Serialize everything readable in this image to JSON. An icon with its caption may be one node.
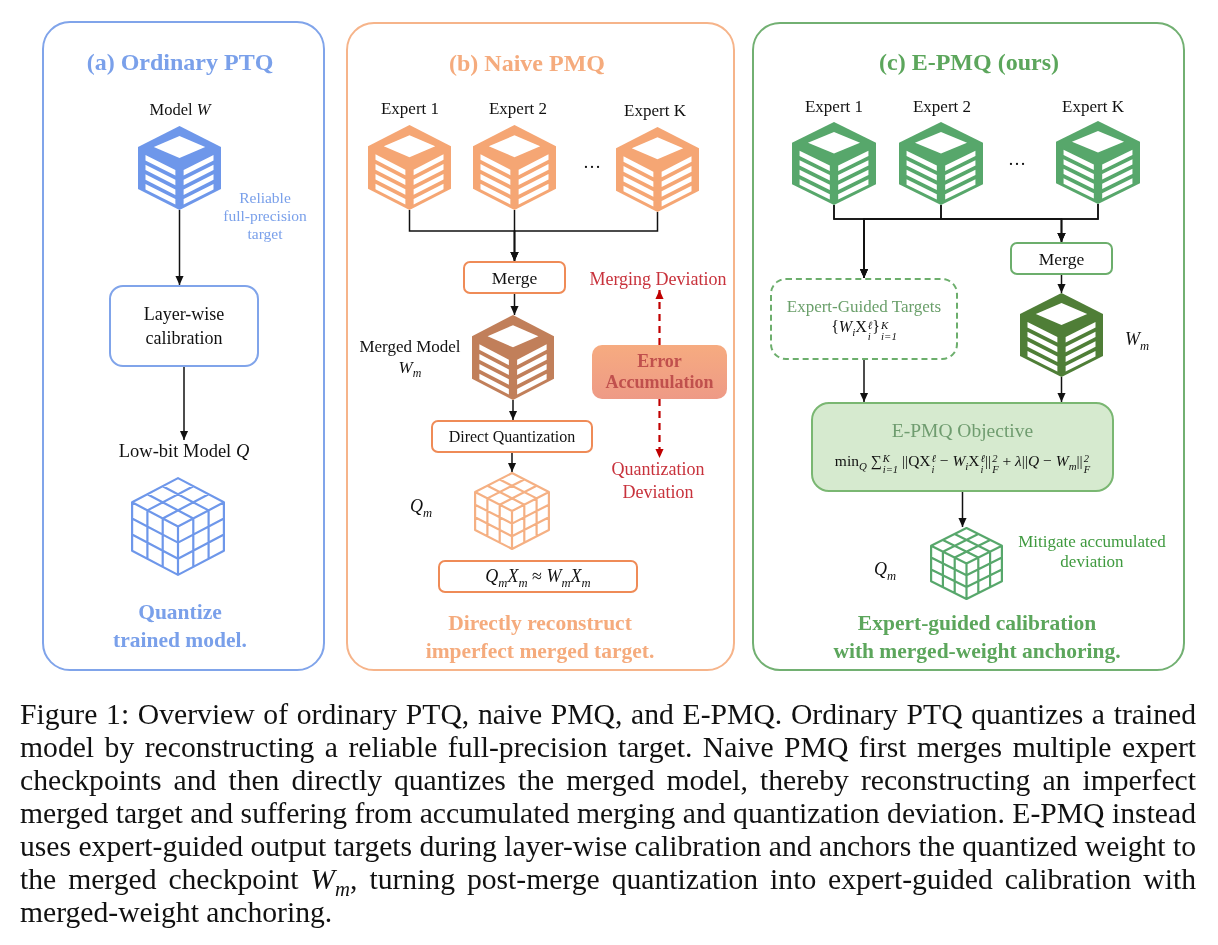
{
  "diagram": {
    "nodes": [
      {
        "text": [
          "(a) Ordinary PTQ",
          "Quantize trained model."
        ]
      },
      {
        "text": [
          "Model *W*"
        ],
        "beside": [
          "Reliable full-precision target"
        ],
        "in": 0
      },
      {
        "text": [
          "Layer-wise calibration"
        ],
        "in": 0
      },
      {
        "text": [
          "Low-bit Model *Q*"
        ],
        "in": 0
      },
      {
        "text": [
          "(b) Naive PMQ",
          "Directly reconstruct imperfect merged target."
        ]
      },
      {
        "text": [
          "Expert 1"
        ],
        "in": 4
      },
      {
        "text": [
          "Expert 2"
        ],
        "in": 4
      },
      {
        "text": [
          "Expert K"
        ],
        "in": 4
      },
      {
        "text": [
          "Merge"
        ],
        "in": 4
      },
      {
        "text": [
          "Merged Model *W*$_{m}$"
        ],
        "in": 4
      },
      {
        "text": [
          "Direct Quantization"
        ],
        "in": 4
      },
      {
        "text": [
          "*Q*$_{m}$"
        ],
        "in": 4
      },
      {
        "text": [
          "*Q*$_{m}$*X*$_{m}$ ≈ *W*$_{m}$*X*$_{m}$"
        ],
        "in": 4
      },
      {
        "text": [
          "Error Accumulation"
        ],
        "in": 4
      },
      {
        "text": [
          "Merging Deviation"
        ],
        "in": 4
      },
      {
        "text": [
          "Quantization Deviation"
        ],
        "in": 4
      },
      {
        "text": [
          "(c) E-PMQ (ours)",
          "Expert-guided calibration with merged-weight anchoring."
        ]
      },
      {
        "text": [
          "Expert 1"
        ],
        "in": 16
      },
      {
        "text": [
          "Expert 2"
        ],
        "in": 16
      },
      {
        "text": [
          "Expert K"
        ],
        "in": 16
      },
      {
        "text": [
          "Expert-Guided Targets",
          "{*W*$_{i}$X$_{i}$$^{ℓ}$}$_{i=1}$$^{K}$"
        ],
        "in": 16
      },
      {
        "text": [
          "Merge"
        ],
        "in": 16
      },
      {
        "text": [
          "*W*$_{m}$"
        ],
        "in": 16
      },
      {
        "text": [
          "E-PMQ Objective",
          "min$_{Q}$ ∑$_{i=1}$$^{K}$ ||QX$_{i}$$^{ℓ}$ − *W*$_{i}$X$_{i}$$^{ℓ}$||$_{F}$$^{2}$ + *λ*||*Q* − *W*$_{m}$||$_{F}$$^{2}$"
        ],
        "in": 16
      },
      {
        "text": [
          "*Q*$_{m}$"
        ],
        "beside": [
          "Mitigate accumulated deviation"
        ],
        "in": 16
      }
    ],
    "edges": [
      {
        "from": 1,
        "to": 2,
        "arrow": "to"
      },
      {
        "from": 2,
        "to": 3,
        "arrow": "to"
      },
      {
        "from": 5,
        "to": 8,
        "arrow": "to"
      },
      {
        "from": 6,
        "to": 8,
        "arrow": "to"
      },
      {
        "from": 7,
        "to": 8,
        "arrow": "to"
      },
      {
        "from": 8,
        "to": 9,
        "arrow": "to"
      },
      {
        "from": 9,
        "to": 10,
        "arrow": "to"
      },
      {
        "from": 10,
        "to": 11,
        "arrow": "to"
      },
      {
        "from": 13,
        "to": 14,
        "arrow": "to",
        "style": "dashed",
        "color": "#c00000"
      },
      {
        "from": 13,
        "to": 15,
        "arrow": "to",
        "style": "dashed",
        "color": "#c00000"
      },
      {
        "from": 17,
        "to": 20,
        "arrow": "to"
      },
      {
        "from": 18,
        "to": 20,
        "arrow": "to"
      },
      {
        "from": 19,
        "to": 20,
        "arrow": "to"
      },
      {
        "from": 17,
        "to": 21,
        "arrow": "to"
      },
      {
        "from": 18,
        "to": 21,
        "arrow": "to"
      },
      {
        "from": 19,
        "to": 21,
        "arrow": "to"
      },
      {
        "from": 21,
        "to": 22,
        "arrow": "to"
      },
      {
        "from": 20,
        "to": 23,
        "arrow": "to"
      },
      {
        "from": 22,
        "to": 23,
        "arrow": "to"
      },
      {
        "from": 23,
        "to": 24,
        "arrow": "to"
      }
    ],
    "labels": [
      "…",
      "…"
    ],
    "caption": "Figure 1: Overview of ordinary PTQ, naive PMQ, and E-PMQ. Ordinary PTQ quantizes a trained model by reconstructing a reliable full-precision target. Naive PMQ first merges multiple expert checkpoints and then directly quantizes the merged model, thereby reconstructing an imperfect merged target and suffering from accumulated merging and quantization deviation. E-PMQ instead uses expert-guided output targets during layer-wise calibration and anchors the quantized weight to the merged checkpoint *W*$_{m}$, turning post-merge quantization into expert-guided calibration with merged-weight anchoring."
  }
}
